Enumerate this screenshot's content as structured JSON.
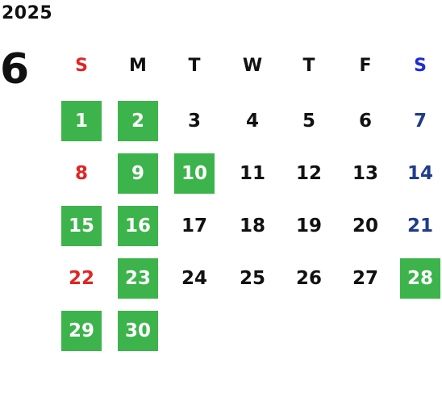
{
  "year": "2025",
  "month": "6",
  "weekdays": [
    "S",
    "M",
    "T",
    "W",
    "T",
    "F",
    "S"
  ],
  "highlight_color": "#3cb44b",
  "sunday_color": "#e02525",
  "saturday_color": "#1f3c8c",
  "weeks": [
    [
      {
        "day": "1",
        "highlight": true
      },
      {
        "day": "2",
        "highlight": true
      },
      {
        "day": "3",
        "highlight": false
      },
      {
        "day": "4",
        "highlight": false
      },
      {
        "day": "5",
        "highlight": false
      },
      {
        "day": "6",
        "highlight": false
      },
      {
        "day": "7",
        "highlight": false
      }
    ],
    [
      {
        "day": "8",
        "highlight": false
      },
      {
        "day": "9",
        "highlight": true
      },
      {
        "day": "10",
        "highlight": true
      },
      {
        "day": "11",
        "highlight": false
      },
      {
        "day": "12",
        "highlight": false
      },
      {
        "day": "13",
        "highlight": false
      },
      {
        "day": "14",
        "highlight": false
      }
    ],
    [
      {
        "day": "15",
        "highlight": true
      },
      {
        "day": "16",
        "highlight": true
      },
      {
        "day": "17",
        "highlight": false
      },
      {
        "day": "18",
        "highlight": false
      },
      {
        "day": "19",
        "highlight": false
      },
      {
        "day": "20",
        "highlight": false
      },
      {
        "day": "21",
        "highlight": false
      }
    ],
    [
      {
        "day": "22",
        "highlight": false
      },
      {
        "day": "23",
        "highlight": true
      },
      {
        "day": "24",
        "highlight": false
      },
      {
        "day": "25",
        "highlight": false
      },
      {
        "day": "26",
        "highlight": false
      },
      {
        "day": "27",
        "highlight": false
      },
      {
        "day": "28",
        "highlight": true
      }
    ],
    [
      {
        "day": "29",
        "highlight": true
      },
      {
        "day": "30",
        "highlight": true
      }
    ]
  ]
}
